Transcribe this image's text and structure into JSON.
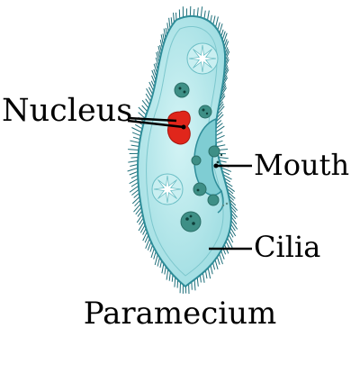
{
  "labels": {
    "nucleus": "Nucleus",
    "mouth": "Mouth",
    "cilia": "Cilia"
  },
  "title": "Paramecium",
  "colors": {
    "cell_fill": "#b8e9ec",
    "cell_stroke": "#2e8d99",
    "cilia": "#1f6f7a",
    "nucleus": "#e0261b",
    "vacuole": "#3e8f86",
    "star": "#ffffff",
    "leader_line": "#000000"
  }
}
